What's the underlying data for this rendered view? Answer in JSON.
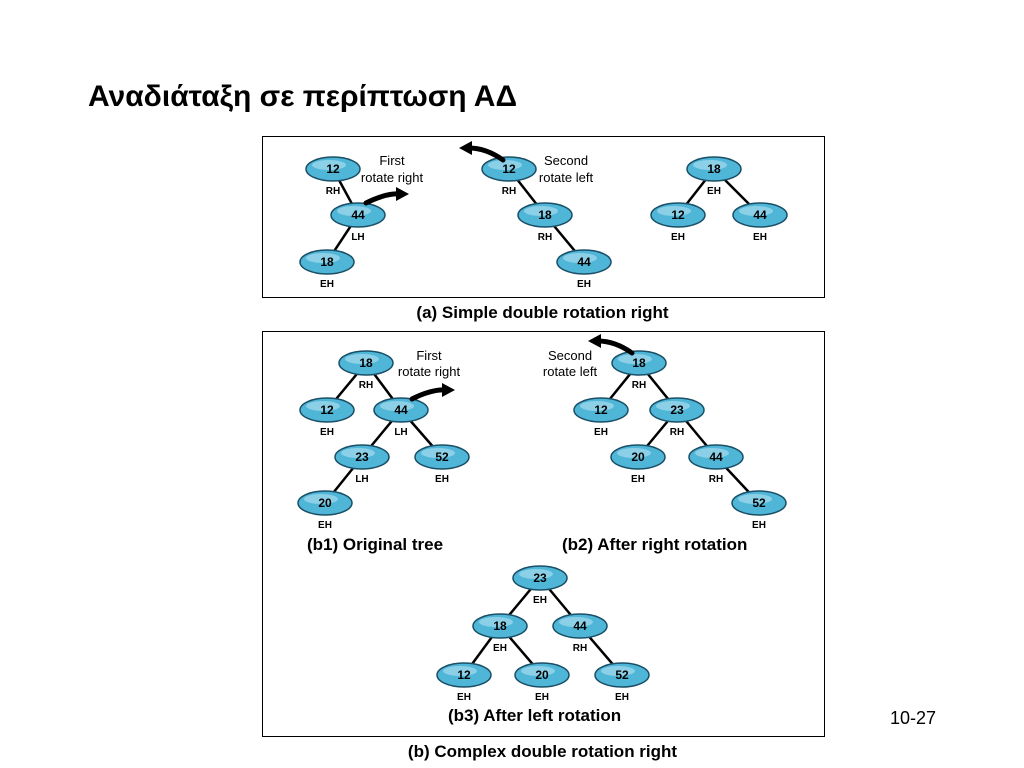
{
  "slide": {
    "title": "Αναδιάταξη σε περίπτωση ΑΔ",
    "number": "10-27"
  },
  "colors": {
    "node_fill": "#4fb6d8",
    "node_stroke": "#1a4f66",
    "edge": "#000000",
    "panel_border": "#000000"
  },
  "captions": {
    "a": "(a) Simple double rotation right",
    "b1": "(b1) Original tree",
    "b2": "(b2) After right rotation",
    "b3": "(b3) After left rotation",
    "b": "(b) Complex double rotation right"
  },
  "notes": {
    "a_first_1": "First",
    "a_first_2": "rotate right",
    "a_second_1": "Second",
    "a_second_2": "rotate left",
    "b_first_1": "First",
    "b_first_2": "rotate right",
    "b_second_1": "Second",
    "b_second_2": "rotate left"
  },
  "icons": [
    "rotate-right-arrow-icon",
    "rotate-left-arrow-icon"
  ],
  "trees": [
    {
      "id": "a1",
      "nodes": [
        {
          "key": "12",
          "bal": "RH"
        },
        {
          "key": "44",
          "bal": "LH"
        },
        {
          "key": "18",
          "bal": "EH"
        }
      ],
      "edges": [
        [
          0,
          1
        ],
        [
          1,
          2
        ]
      ]
    },
    {
      "id": "a2",
      "nodes": [
        {
          "key": "12",
          "bal": "RH"
        },
        {
          "key": "18",
          "bal": "RH"
        },
        {
          "key": "44",
          "bal": "EH"
        }
      ],
      "edges": [
        [
          0,
          1
        ],
        [
          1,
          2
        ]
      ]
    },
    {
      "id": "a3",
      "nodes": [
        {
          "key": "18",
          "bal": "EH"
        },
        {
          "key": "12",
          "bal": "EH"
        },
        {
          "key": "44",
          "bal": "EH"
        }
      ],
      "edges": [
        [
          0,
          1
        ],
        [
          0,
          2
        ]
      ]
    },
    {
      "id": "b1",
      "nodes": [
        {
          "key": "18",
          "bal": "RH"
        },
        {
          "key": "12",
          "bal": "EH"
        },
        {
          "key": "44",
          "bal": "LH"
        },
        {
          "key": "23",
          "bal": "LH"
        },
        {
          "key": "52",
          "bal": "EH"
        },
        {
          "key": "20",
          "bal": "EH"
        }
      ],
      "edges": [
        [
          0,
          1
        ],
        [
          0,
          2
        ],
        [
          2,
          3
        ],
        [
          2,
          4
        ],
        [
          3,
          5
        ]
      ]
    },
    {
      "id": "b2",
      "nodes": [
        {
          "key": "18",
          "bal": "RH"
        },
        {
          "key": "12",
          "bal": "EH"
        },
        {
          "key": "23",
          "bal": "RH"
        },
        {
          "key": "20",
          "bal": "EH"
        },
        {
          "key": "44",
          "bal": "RH"
        },
        {
          "key": "52",
          "bal": "EH"
        }
      ],
      "edges": [
        [
          0,
          1
        ],
        [
          0,
          2
        ],
        [
          2,
          3
        ],
        [
          2,
          4
        ],
        [
          4,
          5
        ]
      ]
    },
    {
      "id": "b3",
      "nodes": [
        {
          "key": "23",
          "bal": "EH"
        },
        {
          "key": "18",
          "bal": "EH"
        },
        {
          "key": "44",
          "bal": "RH"
        },
        {
          "key": "12",
          "bal": "EH"
        },
        {
          "key": "20",
          "bal": "EH"
        },
        {
          "key": "52",
          "bal": "EH"
        }
      ],
      "edges": [
        [
          0,
          1
        ],
        [
          0,
          2
        ],
        [
          1,
          3
        ],
        [
          1,
          4
        ],
        [
          2,
          5
        ]
      ]
    }
  ]
}
